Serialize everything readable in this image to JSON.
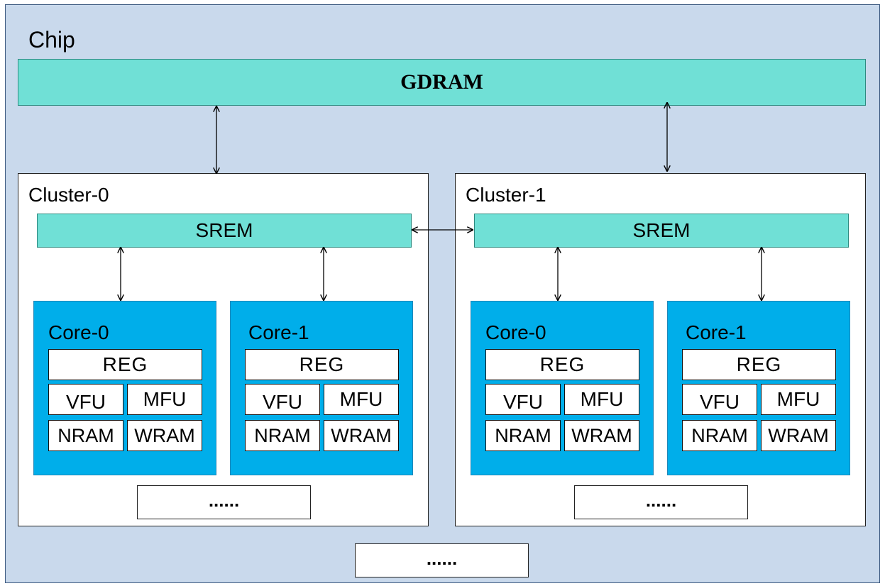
{
  "chip": {
    "label": "Chip",
    "gdram": "GDRAM",
    "more": "......"
  },
  "clusters": [
    {
      "label": "Cluster-0",
      "srem": "SREM",
      "more": "......",
      "cores": [
        {
          "label": "Core-0",
          "reg": "REG",
          "vfu": "VFU",
          "mfu": "MFU",
          "nram": "NRAM",
          "wram": "WRAM"
        },
        {
          "label": "Core-1",
          "reg": "REG",
          "vfu": "VFU",
          "mfu": "MFU",
          "nram": "NRAM",
          "wram": "WRAM"
        }
      ]
    },
    {
      "label": "Cluster-1",
      "srem": "SREM",
      "more": "......",
      "cores": [
        {
          "label": "Core-0",
          "reg": "REG",
          "vfu": "VFU",
          "mfu": "MFU",
          "nram": "NRAM",
          "wram": "WRAM"
        },
        {
          "label": "Core-1",
          "reg": "REG",
          "vfu": "VFU",
          "mfu": "MFU",
          "nram": "NRAM",
          "wram": "WRAM"
        }
      ]
    }
  ],
  "colors": {
    "chip_bg": "#c9d9ec",
    "memory_teal": "#70e0d6",
    "core_blue": "#00aeea"
  }
}
